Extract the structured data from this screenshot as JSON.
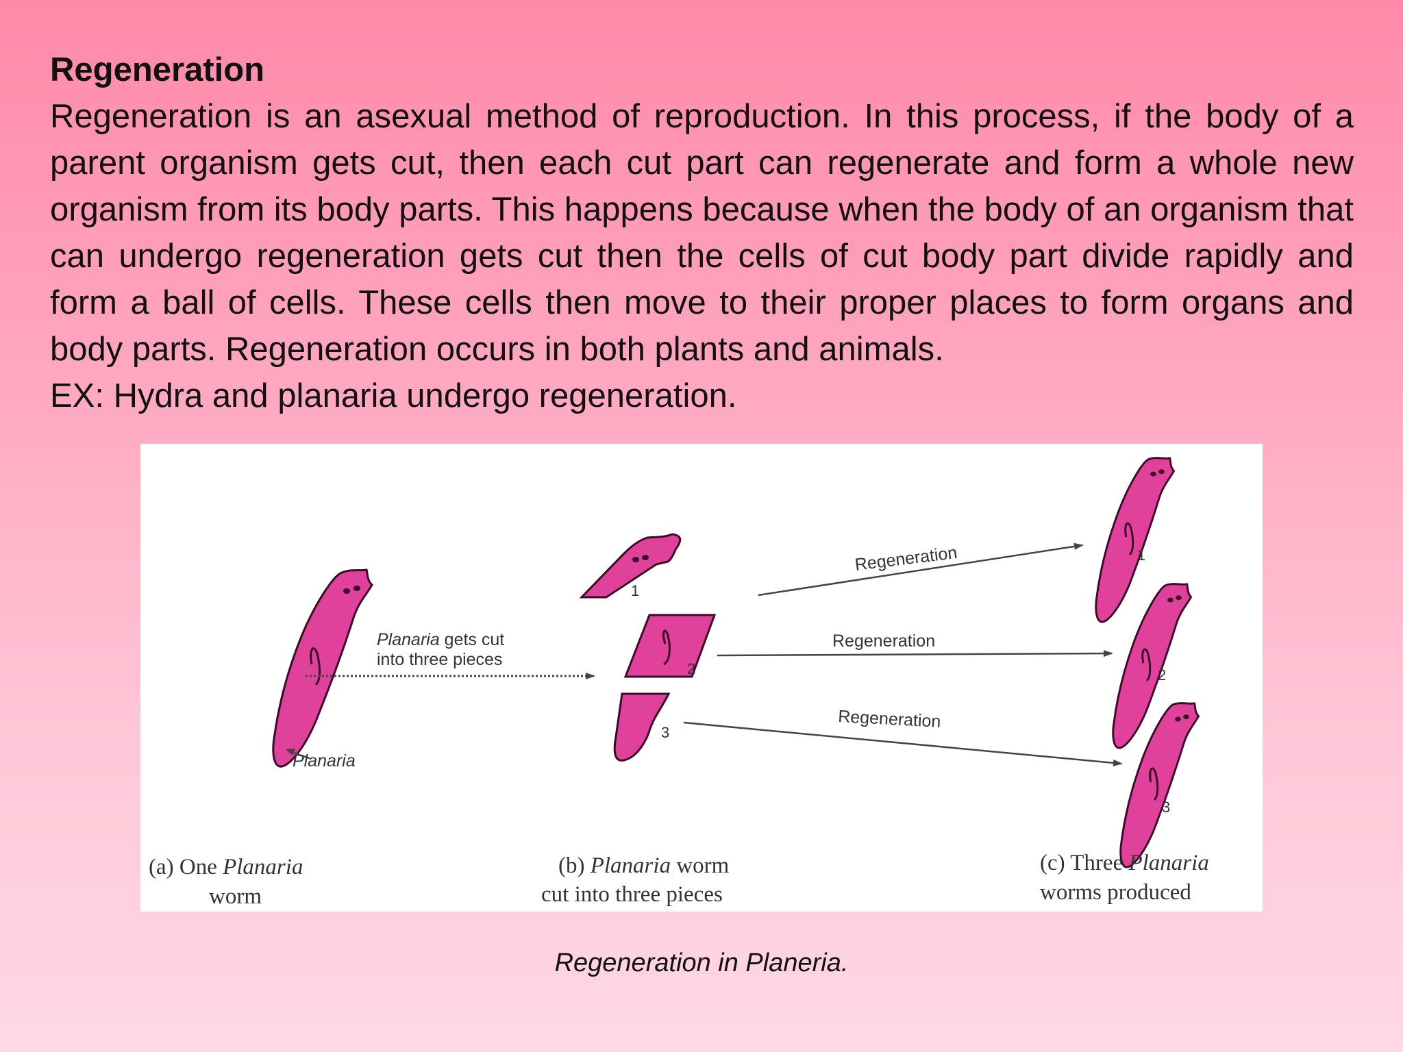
{
  "slide": {
    "heading": "Regeneration",
    "paragraph": "Regeneration is an asexual method of reproduction. In this process, if the body of a parent organism gets cut, then each cut part can regenerate and form a whole new organism from its body parts. This happens because when the body of an organism that can undergo regeneration gets cut then the cells of cut body part divide rapidly and form a ball of cells. These cells then move to their proper places to form organs and body parts. Regeneration occurs in both plants and animals.",
    "example": "EX: Hydra and planaria undergo regeneration.",
    "caption": "Regeneration in Planeria."
  },
  "figure": {
    "colors": {
      "worm_fill": "#e0419b",
      "worm_stroke": "#3a0a28",
      "line": "#444444",
      "background": "#ffffff"
    },
    "cut_label_italic": "Planaria",
    "cut_label_rest": " gets cut",
    "cut_label_line2": "into three pieces",
    "planaria_pointer_label": "Planaria",
    "regen_label_1": "Regeneration",
    "regen_label_2": "Regeneration",
    "regen_label_3": "Regeneration",
    "piece_numbers": [
      "1",
      "2",
      "3"
    ],
    "result_numbers": [
      "1",
      "2",
      "3"
    ],
    "subcaption_a": {
      "prefix": "(a) One ",
      "italic": "Planaria",
      "line2": "worm"
    },
    "subcaption_b": {
      "prefix": "(b) ",
      "italic": "Planaria",
      "suffix": " worm",
      "line2": "cut into three pieces"
    },
    "subcaption_c": {
      "prefix": "(c) Three ",
      "italic": "Planaria",
      "line2": "worms produced"
    }
  }
}
